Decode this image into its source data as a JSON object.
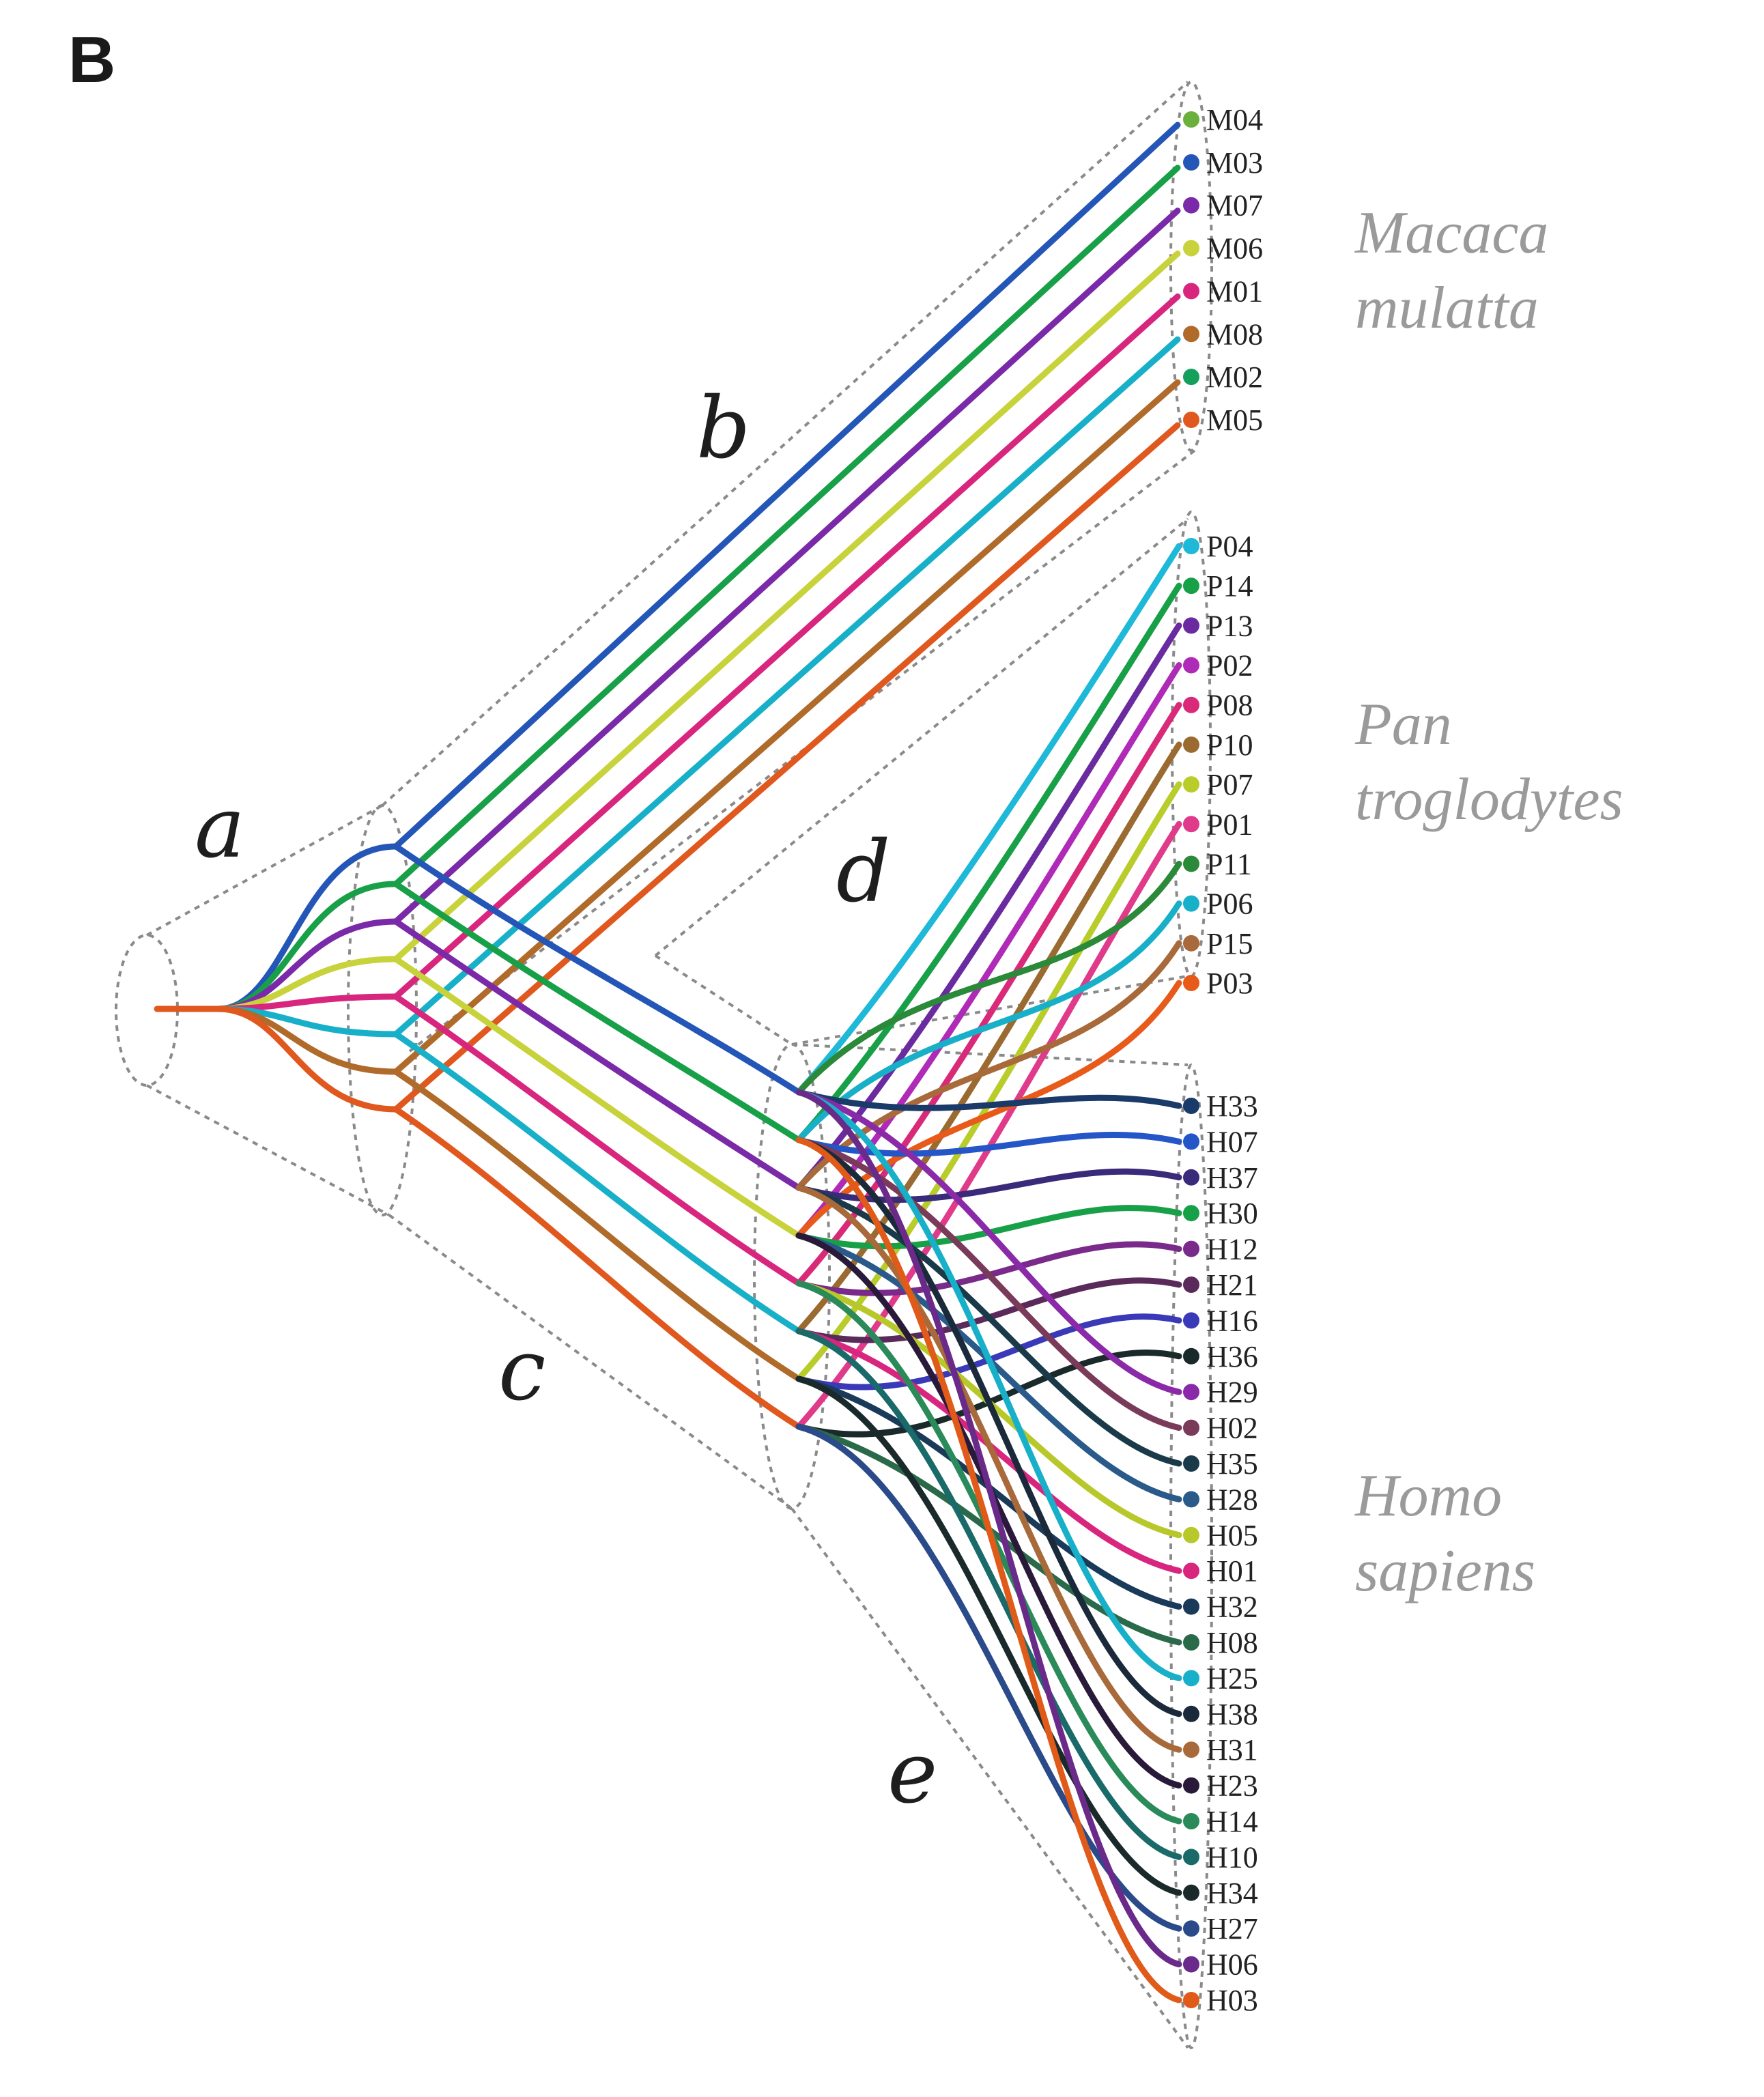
{
  "panel_label": "B",
  "branch_labels": {
    "a": "a",
    "b": "b",
    "c": "c",
    "d": "d",
    "e": "e"
  },
  "species": [
    {
      "key": "macaca",
      "lines": [
        "Macaca",
        "mulatta"
      ]
    },
    {
      "key": "pan",
      "lines": [
        "Pan",
        "troglodytes"
      ]
    },
    {
      "key": "homo",
      "lines": [
        "Homo",
        "sapiens"
      ]
    }
  ],
  "leaves": {
    "macaca": [
      {
        "label": "M04",
        "color": "#6ab03c"
      },
      {
        "label": "M03",
        "color": "#2456b8"
      },
      {
        "label": "M07",
        "color": "#7a2aa8"
      },
      {
        "label": "M06",
        "color": "#c8d23a"
      },
      {
        "label": "M01",
        "color": "#d8267e"
      },
      {
        "label": "M08",
        "color": "#b06a2a"
      },
      {
        "label": "M02",
        "color": "#14a05a"
      },
      {
        "label": "M05",
        "color": "#e0581e"
      }
    ],
    "pan": [
      {
        "label": "P04",
        "color": "#1eb8d8"
      },
      {
        "label": "P14",
        "color": "#18a048"
      },
      {
        "label": "P13",
        "color": "#6a2aa0"
      },
      {
        "label": "P02",
        "color": "#b02ab8"
      },
      {
        "label": "P08",
        "color": "#d82a78"
      },
      {
        "label": "P10",
        "color": "#9a6a30"
      },
      {
        "label": "P07",
        "color": "#b8cc2a"
      },
      {
        "label": "P01",
        "color": "#e03a8a"
      },
      {
        "label": "P11",
        "color": "#2a8a3a"
      },
      {
        "label": "P06",
        "color": "#18b0c8"
      },
      {
        "label": "P15",
        "color": "#a86a3a"
      },
      {
        "label": "P03",
        "color": "#e85a1a"
      }
    ],
    "homo": [
      {
        "label": "H33",
        "color": "#1a3a6a"
      },
      {
        "label": "H07",
        "color": "#2456c8"
      },
      {
        "label": "H37",
        "color": "#3a2a7a"
      },
      {
        "label": "H30",
        "color": "#18a048"
      },
      {
        "label": "H12",
        "color": "#7a2a8a"
      },
      {
        "label": "H21",
        "color": "#5a2a5a"
      },
      {
        "label": "H16",
        "color": "#3a3ab8"
      },
      {
        "label": "H36",
        "color": "#1a2a2a"
      },
      {
        "label": "H29",
        "color": "#8a2aa8"
      },
      {
        "label": "H02",
        "color": "#7a3a5a"
      },
      {
        "label": "H35",
        "color": "#1a3a4a"
      },
      {
        "label": "H28",
        "color": "#2a5a8a"
      },
      {
        "label": "H05",
        "color": "#b8c82a"
      },
      {
        "label": "H01",
        "color": "#d8267e"
      },
      {
        "label": "H32",
        "color": "#1a3a5a"
      },
      {
        "label": "H08",
        "color": "#2a6a4a"
      },
      {
        "label": "H25",
        "color": "#18b0c8"
      },
      {
        "label": "H38",
        "color": "#1a2a3a"
      },
      {
        "label": "H31",
        "color": "#a86a3a"
      },
      {
        "label": "H23",
        "color": "#2a1a3a"
      },
      {
        "label": "H14",
        "color": "#2a8a5a"
      },
      {
        "label": "H10",
        "color": "#1a6a6a"
      },
      {
        "label": "H34",
        "color": "#1a2a2a"
      },
      {
        "label": "H27",
        "color": "#2a4a8a"
      },
      {
        "label": "H06",
        "color": "#6a2a8a"
      },
      {
        "label": "H03",
        "color": "#e05a1a"
      }
    ]
  },
  "lineages": [
    {
      "color": "#2456b8"
    },
    {
      "color": "#18a048"
    },
    {
      "color": "#7a2aa8"
    },
    {
      "color": "#c8d23a"
    },
    {
      "color": "#d8267e"
    },
    {
      "color": "#18b0c8"
    },
    {
      "color": "#b06a2a"
    },
    {
      "color": "#e0581e"
    }
  ]
}
